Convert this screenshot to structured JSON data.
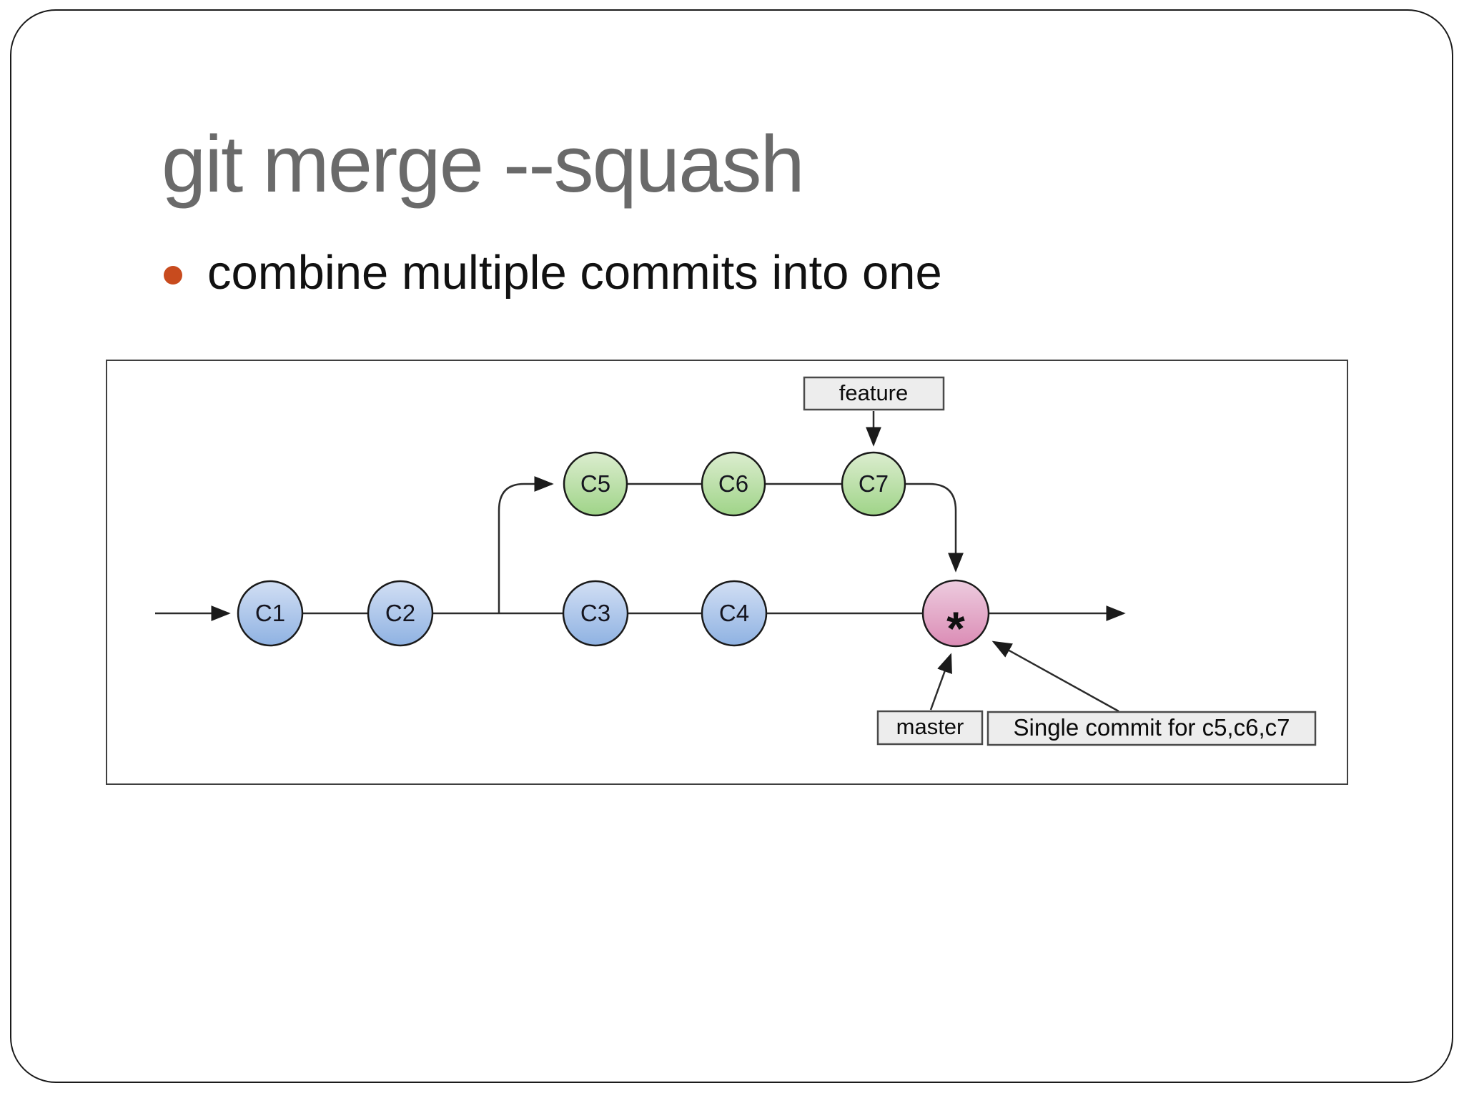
{
  "slide": {
    "title": "git merge --squash",
    "bullet_text": "combine multiple commits into one"
  },
  "diagram": {
    "branch_labels": {
      "feature": "feature",
      "master": "master"
    },
    "annotation": "Single commit for c5,c6,c7",
    "master_commits": [
      "C1",
      "C2",
      "C3",
      "C4"
    ],
    "feature_commits": [
      "C5",
      "C6",
      "C7"
    ],
    "squash_commit_label": "*"
  },
  "colors": {
    "title": "#6a6a6a",
    "bullet_marker": "#c84b1e",
    "body_text": "#111111",
    "commit_blue_top": "#d2dff4",
    "commit_blue_bottom": "#8fb2e2",
    "commit_green_top": "#dcedcf",
    "commit_green_bottom": "#9fd488",
    "commit_pink_top": "#edccdf",
    "commit_pink_bottom": "#db8cb5",
    "label_box_bg": "#ededed",
    "label_box_border": "#4a4a4a",
    "diagram_border": "#3f3f3f",
    "line": "#2b2b2b"
  }
}
